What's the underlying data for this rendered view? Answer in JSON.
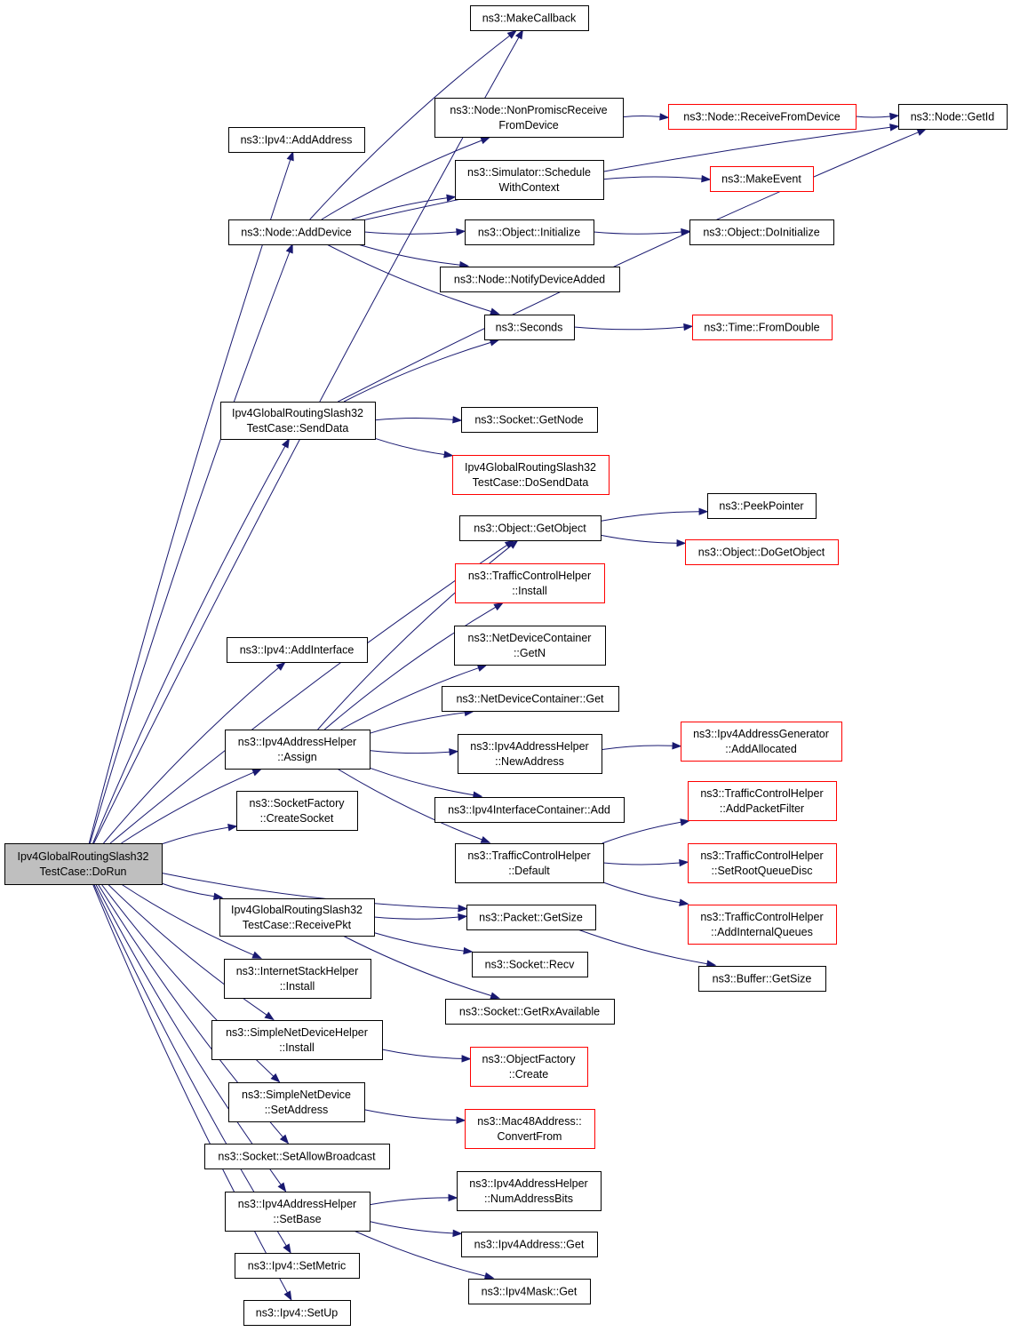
{
  "colors": {
    "edge": "#191970",
    "node_border": "#000000",
    "truncated_node_border": "#ff0000",
    "root_fill": "#bfbfbf",
    "background": "#ffffff"
  },
  "nodes": [
    {
      "id": "dorun",
      "lines": [
        "Ipv4GlobalRoutingSlash32",
        "TestCase::DoRun"
      ],
      "style": "root"
    },
    {
      "id": "makecallback",
      "lines": [
        "ns3::MakeCallback"
      ],
      "style": "plain"
    },
    {
      "id": "addaddress",
      "lines": [
        "ns3::Ipv4::AddAddress"
      ],
      "style": "plain"
    },
    {
      "id": "nonpromisc",
      "lines": [
        "ns3::Node::NonPromiscReceive",
        "FromDevice"
      ],
      "style": "plain"
    },
    {
      "id": "receivefromdevice",
      "lines": [
        "ns3::Node::ReceiveFromDevice"
      ],
      "style": "red"
    },
    {
      "id": "getid",
      "lines": [
        "ns3::Node::GetId"
      ],
      "style": "plain"
    },
    {
      "id": "schedulectx",
      "lines": [
        "ns3::Simulator::Schedule",
        "WithContext"
      ],
      "style": "plain"
    },
    {
      "id": "makeevent",
      "lines": [
        "ns3::MakeEvent"
      ],
      "style": "red"
    },
    {
      "id": "adddevice",
      "lines": [
        "ns3::Node::AddDevice"
      ],
      "style": "plain"
    },
    {
      "id": "objinit",
      "lines": [
        "ns3::Object::Initialize"
      ],
      "style": "plain"
    },
    {
      "id": "doinit",
      "lines": [
        "ns3::Object::DoInitialize"
      ],
      "style": "plain"
    },
    {
      "id": "notifyadded",
      "lines": [
        "ns3::Node::NotifyDeviceAdded"
      ],
      "style": "plain"
    },
    {
      "id": "seconds",
      "lines": [
        "ns3::Seconds"
      ],
      "style": "plain"
    },
    {
      "id": "fromdouble",
      "lines": [
        "ns3::Time::FromDouble"
      ],
      "style": "red"
    },
    {
      "id": "senddata",
      "lines": [
        "Ipv4GlobalRoutingSlash32",
        "TestCase::SendData"
      ],
      "style": "plain"
    },
    {
      "id": "socketgetnode",
      "lines": [
        "ns3::Socket::GetNode"
      ],
      "style": "plain"
    },
    {
      "id": "dosenddata",
      "lines": [
        "Ipv4GlobalRoutingSlash32",
        "TestCase::DoSendData"
      ],
      "style": "red"
    },
    {
      "id": "getobject",
      "lines": [
        "ns3::Object::GetObject"
      ],
      "style": "plain"
    },
    {
      "id": "peekpointer",
      "lines": [
        "ns3::PeekPointer"
      ],
      "style": "plain"
    },
    {
      "id": "dogetobject",
      "lines": [
        "ns3::Object::DoGetObject"
      ],
      "style": "red"
    },
    {
      "id": "tchinstall",
      "lines": [
        "ns3::TrafficControlHelper",
        "::Install"
      ],
      "style": "red"
    },
    {
      "id": "ndcgetn",
      "lines": [
        "ns3::NetDeviceContainer",
        "::GetN"
      ],
      "style": "plain"
    },
    {
      "id": "addinterface",
      "lines": [
        "ns3::Ipv4::AddInterface"
      ],
      "style": "plain"
    },
    {
      "id": "ndcget",
      "lines": [
        "ns3::NetDeviceContainer::Get"
      ],
      "style": "plain"
    },
    {
      "id": "assign",
      "lines": [
        "ns3::Ipv4AddressHelper",
        "::Assign"
      ],
      "style": "plain"
    },
    {
      "id": "newaddress",
      "lines": [
        "ns3::Ipv4AddressHelper",
        "::NewAddress"
      ],
      "style": "plain"
    },
    {
      "id": "addallocated",
      "lines": [
        "ns3::Ipv4AddressGenerator",
        "::AddAllocated"
      ],
      "style": "red"
    },
    {
      "id": "createsocket",
      "lines": [
        "ns3::SocketFactory",
        "::CreateSocket"
      ],
      "style": "plain"
    },
    {
      "id": "iccadd",
      "lines": [
        "ns3::Ipv4InterfaceContainer::Add"
      ],
      "style": "plain"
    },
    {
      "id": "addpacketfilter",
      "lines": [
        "ns3::TrafficControlHelper",
        "::AddPacketFilter"
      ],
      "style": "red"
    },
    {
      "id": "tchdefault",
      "lines": [
        "ns3::TrafficControlHelper",
        "::Default"
      ],
      "style": "plain"
    },
    {
      "id": "setrootqd",
      "lines": [
        "ns3::TrafficControlHelper",
        "::SetRootQueueDisc"
      ],
      "style": "red"
    },
    {
      "id": "addinternalq",
      "lines": [
        "ns3::TrafficControlHelper",
        "::AddInternalQueues"
      ],
      "style": "red"
    },
    {
      "id": "receivepkt",
      "lines": [
        "Ipv4GlobalRoutingSlash32",
        "TestCase::ReceivePkt"
      ],
      "style": "plain"
    },
    {
      "id": "packetgetsize",
      "lines": [
        "ns3::Packet::GetSize"
      ],
      "style": "plain"
    },
    {
      "id": "socketrecv",
      "lines": [
        "ns3::Socket::Recv"
      ],
      "style": "plain"
    },
    {
      "id": "buffergetsize",
      "lines": [
        "ns3::Buffer::GetSize"
      ],
      "style": "plain"
    },
    {
      "id": "ishinstall",
      "lines": [
        "ns3::InternetStackHelper",
        "::Install"
      ],
      "style": "plain"
    },
    {
      "id": "getrxavail",
      "lines": [
        "ns3::Socket::GetRxAvailable"
      ],
      "style": "plain"
    },
    {
      "id": "sndhinstall",
      "lines": [
        "ns3::SimpleNetDeviceHelper",
        "::Install"
      ],
      "style": "plain"
    },
    {
      "id": "objfactcreate",
      "lines": [
        "ns3::ObjectFactory",
        "::Create"
      ],
      "style": "red"
    },
    {
      "id": "sndsetaddress",
      "lines": [
        "ns3::SimpleNetDevice",
        "::SetAddress"
      ],
      "style": "plain"
    },
    {
      "id": "convertfrom",
      "lines": [
        "ns3::Mac48Address::",
        "ConvertFrom"
      ],
      "style": "red"
    },
    {
      "id": "setallowbcast",
      "lines": [
        "ns3::Socket::SetAllowBroadcast"
      ],
      "style": "plain"
    },
    {
      "id": "setbase",
      "lines": [
        "ns3::Ipv4AddressHelper",
        "::SetBase"
      ],
      "style": "plain"
    },
    {
      "id": "numaddrbits",
      "lines": [
        "ns3::Ipv4AddressHelper",
        "::NumAddressBits"
      ],
      "style": "plain"
    },
    {
      "id": "ipv4addrget",
      "lines": [
        "ns3::Ipv4Address::Get"
      ],
      "style": "plain"
    },
    {
      "id": "ipv4maskget",
      "lines": [
        "ns3::Ipv4Mask::Get"
      ],
      "style": "plain"
    },
    {
      "id": "setmetric",
      "lines": [
        "ns3::Ipv4::SetMetric"
      ],
      "style": "plain"
    },
    {
      "id": "setup",
      "lines": [
        "ns3::Ipv4::SetUp"
      ],
      "style": "plain"
    }
  ],
  "edges": [
    [
      "dorun",
      "addaddress"
    ],
    [
      "dorun",
      "adddevice"
    ],
    [
      "dorun",
      "senddata"
    ],
    [
      "dorun",
      "addinterface"
    ],
    [
      "dorun",
      "assign"
    ],
    [
      "dorun",
      "createsocket"
    ],
    [
      "dorun",
      "makecallback"
    ],
    [
      "dorun",
      "getobject"
    ],
    [
      "dorun",
      "receivepkt"
    ],
    [
      "dorun",
      "packetgetsize"
    ],
    [
      "dorun",
      "ishinstall"
    ],
    [
      "dorun",
      "sndhinstall"
    ],
    [
      "dorun",
      "sndsetaddress"
    ],
    [
      "dorun",
      "setallowbcast"
    ],
    [
      "dorun",
      "setbase"
    ],
    [
      "dorun",
      "setmetric"
    ],
    [
      "dorun",
      "setup"
    ],
    [
      "adddevice",
      "makecallback"
    ],
    [
      "adddevice",
      "getid"
    ],
    [
      "adddevice",
      "nonpromisc"
    ],
    [
      "adddevice",
      "schedulectx"
    ],
    [
      "adddevice",
      "objinit"
    ],
    [
      "adddevice",
      "notifyadded"
    ],
    [
      "adddevice",
      "seconds"
    ],
    [
      "nonpromisc",
      "receivefromdevice"
    ],
    [
      "receivefromdevice",
      "getid"
    ],
    [
      "schedulectx",
      "makeevent"
    ],
    [
      "objinit",
      "doinit"
    ],
    [
      "seconds",
      "fromdouble"
    ],
    [
      "senddata",
      "seconds"
    ],
    [
      "senddata",
      "getid"
    ],
    [
      "senddata",
      "socketgetnode"
    ],
    [
      "senddata",
      "dosenddata"
    ],
    [
      "getobject",
      "peekpointer"
    ],
    [
      "getobject",
      "dogetobject"
    ],
    [
      "assign",
      "getobject"
    ],
    [
      "assign",
      "tchinstall"
    ],
    [
      "assign",
      "ndcgetn"
    ],
    [
      "assign",
      "ndcget"
    ],
    [
      "assign",
      "newaddress"
    ],
    [
      "assign",
      "iccadd"
    ],
    [
      "assign",
      "tchdefault"
    ],
    [
      "newaddress",
      "addallocated"
    ],
    [
      "tchdefault",
      "addpacketfilter"
    ],
    [
      "tchdefault",
      "setrootqd"
    ],
    [
      "tchdefault",
      "addinternalq"
    ],
    [
      "receivepkt",
      "packetgetsize"
    ],
    [
      "receivepkt",
      "socketrecv"
    ],
    [
      "receivepkt",
      "getrxavail"
    ],
    [
      "packetgetsize",
      "buffergetsize"
    ],
    [
      "sndhinstall",
      "objfactcreate"
    ],
    [
      "sndsetaddress",
      "convertfrom"
    ],
    [
      "setbase",
      "numaddrbits"
    ],
    [
      "setbase",
      "ipv4addrget"
    ],
    [
      "setbase",
      "ipv4maskget"
    ]
  ]
}
